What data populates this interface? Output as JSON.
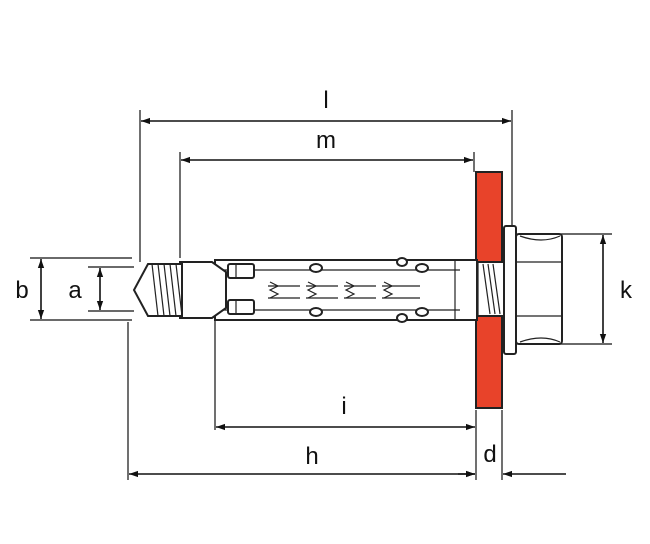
{
  "labels": {
    "l": "l",
    "m": "m",
    "b": "b",
    "a": "a",
    "k": "k",
    "i": "i",
    "h": "h",
    "d": "d"
  },
  "colors": {
    "fixture_plate": "#e8432a",
    "line": "#111111",
    "steel_shade": "#d6d6d6"
  }
}
